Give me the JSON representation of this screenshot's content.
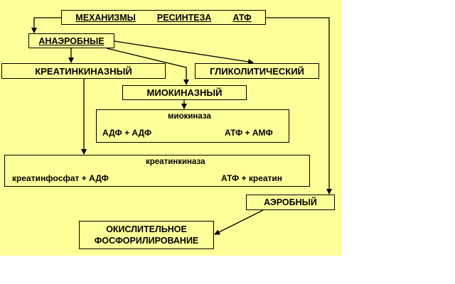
{
  "title": {
    "word1": "МЕХАНИЗМЫ",
    "word2": "РЕСИНТЕЗА",
    "word3": "АТФ"
  },
  "anaerobic": "АНАЭРОБНЫЕ",
  "creatine_kinase": "КРЕАТИНКИНАЗНЫЙ",
  "glycolytic": "ГЛИКОЛИТИЧЕСКИЙ",
  "myokinase": "МИОКИНАЗНЫЙ",
  "myokinase_reaction": {
    "enzyme": "миокиназа",
    "left": "АДФ + АДФ",
    "right": "АТФ + АМФ"
  },
  "creatine_reaction": {
    "enzyme": "креатинкиназа",
    "left": "креатинфосфат + АДФ",
    "right": "АТФ + креатин"
  },
  "aerobic": "АЭРОБНЫЙ",
  "oxidative": {
    "line1": "ОКИСЛИТЕЛЬНОЕ",
    "line2": "ФОСФОРИЛИРОВАНИЕ"
  },
  "colors": {
    "background": "#ffff99",
    "line": "#000000"
  }
}
